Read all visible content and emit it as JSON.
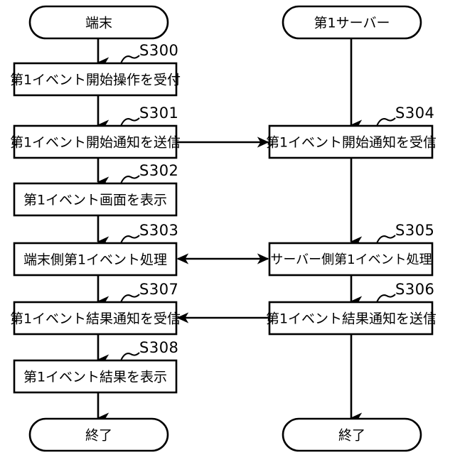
{
  "diagram": {
    "type": "flowchart",
    "title": "",
    "lanes": [
      {
        "id": "terminal",
        "header": "端末"
      },
      {
        "id": "server1",
        "header": "第1サーバー"
      }
    ],
    "nodes": [
      {
        "id": "start-terminal",
        "lane": "terminal",
        "shape": "terminator",
        "label": "端末",
        "step": ""
      },
      {
        "id": "s300",
        "lane": "terminal",
        "shape": "process",
        "label": "第1イベント開始操作を受付",
        "step": "S300"
      },
      {
        "id": "s301",
        "lane": "terminal",
        "shape": "process",
        "label": "第1イベント開始通知を送信",
        "step": "S301"
      },
      {
        "id": "s302",
        "lane": "terminal",
        "shape": "process",
        "label": "第1イベント画面を表示",
        "step": "S302"
      },
      {
        "id": "s303",
        "lane": "terminal",
        "shape": "process",
        "label": "端末側第1イベント処理",
        "step": "S303"
      },
      {
        "id": "s307",
        "lane": "terminal",
        "shape": "process",
        "label": "第1イベント結果通知を受信",
        "step": "S307"
      },
      {
        "id": "s308",
        "lane": "terminal",
        "shape": "process",
        "label": "第1イベント結果を表示",
        "step": "S308"
      },
      {
        "id": "end-terminal",
        "lane": "terminal",
        "shape": "terminator",
        "label": "終了",
        "step": ""
      },
      {
        "id": "start-server",
        "lane": "server1",
        "shape": "terminator",
        "label": "第1サーバー",
        "step": ""
      },
      {
        "id": "s304",
        "lane": "server1",
        "shape": "process",
        "label": "第1イベント開始通知を受信",
        "step": "S304"
      },
      {
        "id": "s305",
        "lane": "server1",
        "shape": "process",
        "label": "サーバー側第1イベント処理",
        "step": "S305"
      },
      {
        "id": "s306",
        "lane": "server1",
        "shape": "process",
        "label": "第1イベント結果通知を送信",
        "step": "S306"
      },
      {
        "id": "end-server",
        "lane": "server1",
        "shape": "terminator",
        "label": "終了",
        "step": ""
      }
    ],
    "edges": [
      {
        "from": "start-terminal",
        "to": "s300",
        "direction": "down"
      },
      {
        "from": "s300",
        "to": "s301",
        "direction": "down"
      },
      {
        "from": "s301",
        "to": "s302",
        "direction": "down"
      },
      {
        "from": "s302",
        "to": "s303",
        "direction": "down"
      },
      {
        "from": "s303",
        "to": "s307",
        "direction": "down"
      },
      {
        "from": "s307",
        "to": "s308",
        "direction": "down"
      },
      {
        "from": "s308",
        "to": "end-terminal",
        "direction": "down"
      },
      {
        "from": "start-server",
        "to": "s304",
        "direction": "down"
      },
      {
        "from": "s304",
        "to": "s305",
        "direction": "down"
      },
      {
        "from": "s305",
        "to": "s306",
        "direction": "down"
      },
      {
        "from": "s306",
        "to": "end-server",
        "direction": "down"
      },
      {
        "from": "s301",
        "to": "s304",
        "direction": "right"
      },
      {
        "from": "s303",
        "to": "s305",
        "direction": "bidirectional"
      },
      {
        "from": "s306",
        "to": "s307",
        "direction": "left"
      }
    ],
    "step_labels": [
      "S300",
      "S301",
      "S302",
      "S303",
      "S304",
      "S305",
      "S306",
      "S307",
      "S308"
    ],
    "colors": {
      "stroke": "#000000",
      "fill": "#ffffff",
      "text": "#000000",
      "background": "#ffffff"
    }
  }
}
